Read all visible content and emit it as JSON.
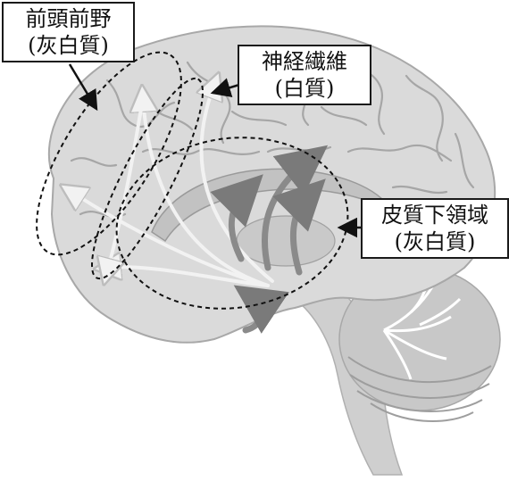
{
  "labels": {
    "prefrontal": {
      "line1": "前頭前野",
      "line2": "(灰白質)"
    },
    "fibers": {
      "line1": "神経繊維",
      "line2": "(白質)"
    },
    "subcortical": {
      "line1": "皮質下領域",
      "line2": "(灰白質)"
    }
  },
  "colors": {
    "brain_fill": "#d9d9d9",
    "brain_dark": "#b5b5b5",
    "sulcus": "#a3a3a3",
    "cerebellum": "#c4c4c4",
    "arrow_light": "#eeeeee",
    "arrow_dark": "#8a8a8a",
    "dashed_outline": "#111111"
  }
}
